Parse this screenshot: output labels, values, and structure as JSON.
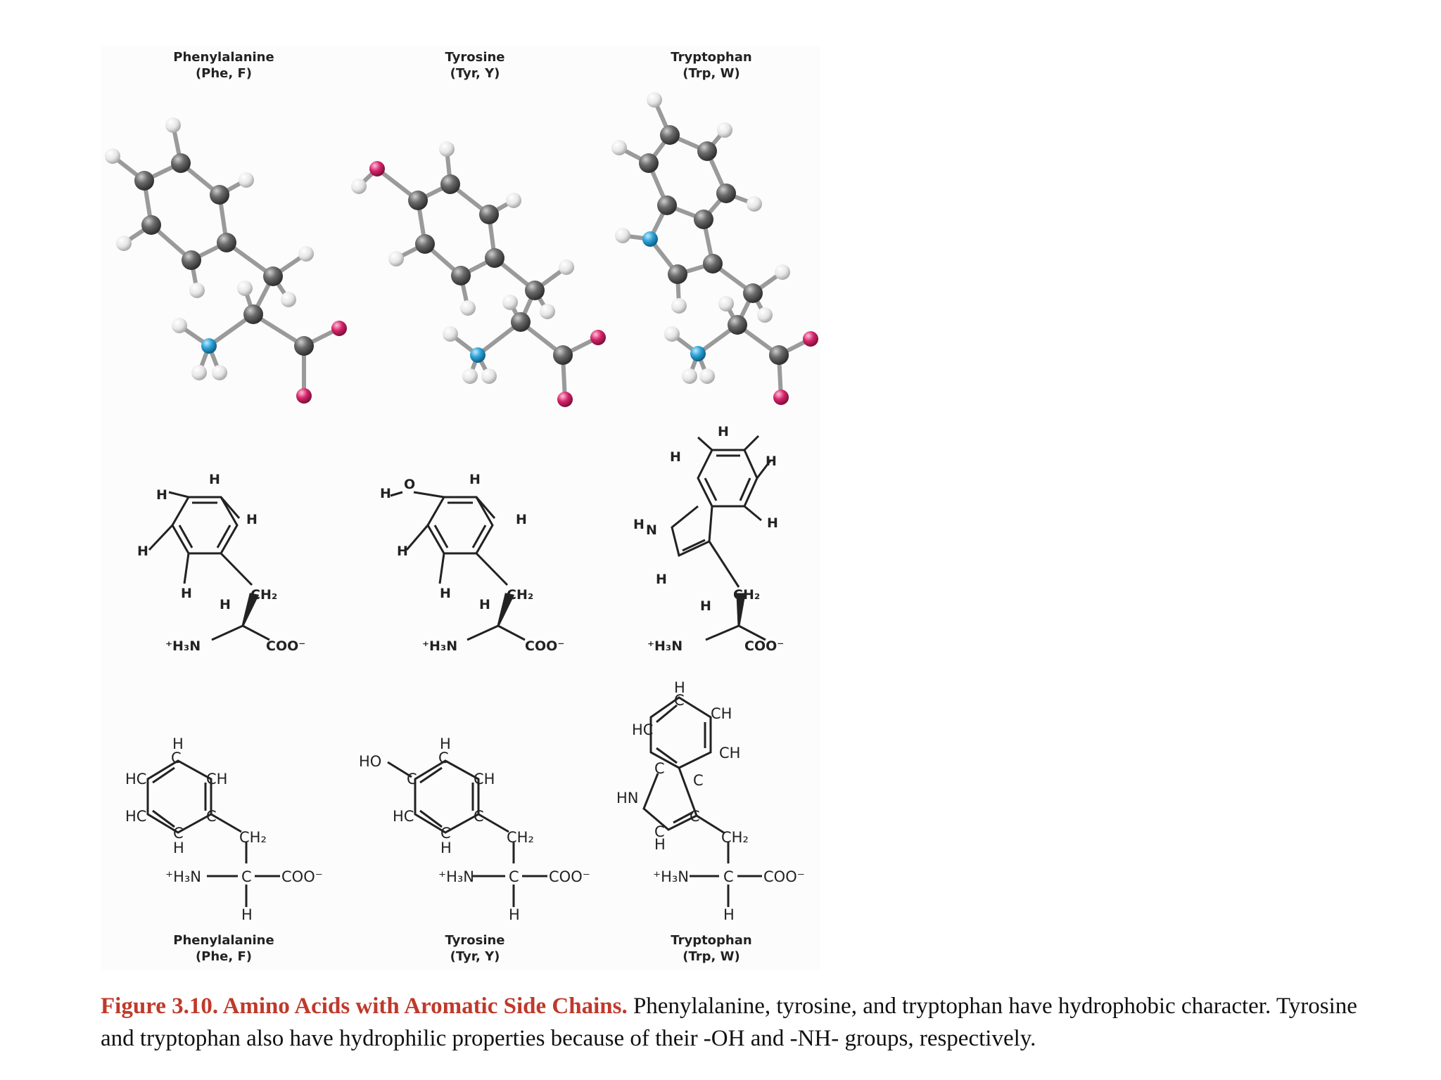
{
  "top_labels": [
    {
      "name": "Phenylalanine",
      "abbr": "(Phe, F)"
    },
    {
      "name": "Tyrosine",
      "abbr": "(Tyr, Y)"
    },
    {
      "name": "Tryptophan",
      "abbr": "(Trp, W)"
    }
  ],
  "bottom_labels": [
    {
      "name": "Phenylalanine",
      "abbr": "(Phe, F)"
    },
    {
      "name": "Tyrosine",
      "abbr": "(Tyr, Y)"
    },
    {
      "name": "Tryptophan",
      "abbr": "(Trp, W)"
    }
  ],
  "skeletal": {
    "H": "H",
    "HO": "HO",
    "OH_O": "O",
    "NH_N": "N",
    "CH2": "CH₂",
    "H3N": "⁺H₃N",
    "COO": "COO⁻"
  },
  "condensed": {
    "H": "H",
    "HC": "HC",
    "CH": "CH",
    "C": "C",
    "HO": "HO",
    "HN": "HN",
    "CH2": "CH₂",
    "H3N": "⁺H₃N",
    "COO": "COO⁻"
  },
  "colors": {
    "carbon": "#6b6b6b",
    "hydrogen": "#e8e8e8",
    "nitrogen": "#2aa1d6",
    "oxygen": "#d6246b",
    "caption_title": "#c0392b"
  },
  "caption": {
    "title": "Figure 3.10. Amino Acids with Aromatic Side Chains.",
    "text": " Phenylalanine, tyrosine, and tryptophan have hydrophobic character. Tyrosine and tryptophan also have hydrophilic properties because of their -OH and -NH- groups, respectively."
  }
}
